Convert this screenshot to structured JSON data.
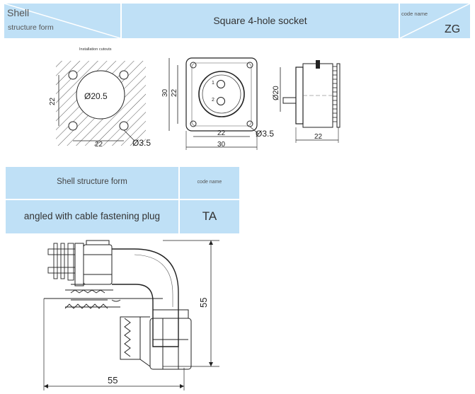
{
  "top_table": {
    "shell_label": "Shell",
    "structure_label": "structure form",
    "title": "Square 4-hole socket",
    "code_label": "code name",
    "code_value": "ZG"
  },
  "drawing1": {
    "cutout_caption": "Installation cutouts",
    "dia_main": "Ø20.5",
    "dim_22_vert": "22",
    "dim_22_horiz": "22",
    "hole_dia": "Ø3.5"
  },
  "drawing2": {
    "dim_30_vert": "30",
    "dim_22_vert": "22",
    "dim_22_horiz": "22",
    "dim_30_horiz": "30",
    "hole_dia": "Ø3.5",
    "pin1": "1",
    "pin2": "2"
  },
  "drawing3": {
    "dia": "Ø20",
    "dim_22": "22"
  },
  "bottom_table": {
    "col1_header": "Shell structure form",
    "col2_header": "code name",
    "row_value": "angled with cable fastening plug",
    "row_code": "TA"
  },
  "drawing4": {
    "dim_height": "55",
    "dim_width": "55"
  }
}
